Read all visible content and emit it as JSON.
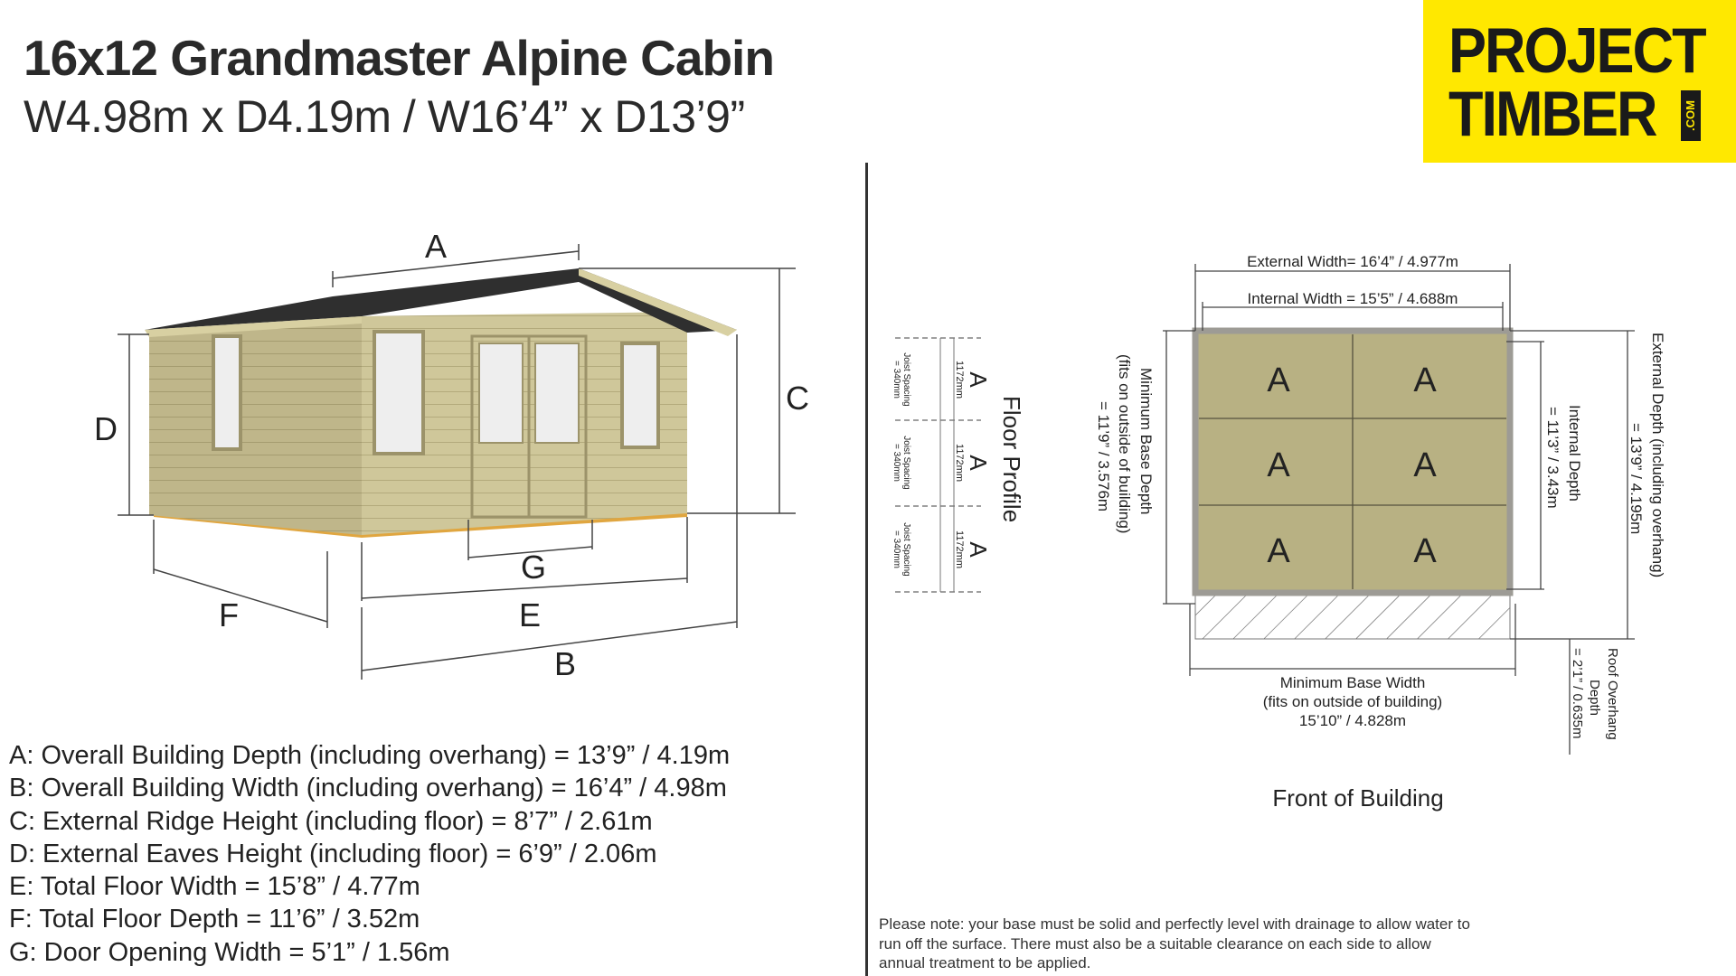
{
  "header": {
    "title": "16x12 Grandmaster Alpine Cabin",
    "subtitle": "W4.98m x D4.19m / W16’4” x D13’9”"
  },
  "logo": {
    "line1": "PROJECT",
    "line2": "TIMBER",
    "domain": ".COM"
  },
  "cabin_diagram": {
    "letters": {
      "a": "A",
      "b": "B",
      "c": "C",
      "d": "D",
      "e": "E",
      "f": "F",
      "g": "G"
    }
  },
  "floor_profile": {
    "title": "Floor Profile",
    "panel_letter": "A",
    "joist_spacing_label": "Joist Spacing\n= 340mm",
    "panel_width_label": "1172mm"
  },
  "floor_plan": {
    "external_width": "External Width= 16’4” / 4.977m",
    "internal_width": "Internal Width = 15’5” / 4.688m",
    "min_base_depth": "Minimum Base Depth",
    "min_base_depth_note": "(fits on outside of building)",
    "min_base_depth_value": "= 11’9” / 3.576m",
    "internal_depth": "Internal Depth",
    "internal_depth_value": "= 11’3” / 3.43m",
    "external_depth": "External Depth (including overhang)",
    "external_depth_value": "= 13’9” / 4.195m",
    "min_base_width": "Minimum Base Width",
    "min_base_width_note": "(fits on outside of building)",
    "min_base_width_value": "15’10” / 4.828m",
    "roof_overhang_1": "Roof Overhang",
    "roof_overhang_2": "Depth",
    "roof_overhang_value": "= 2’1” / 0.635m",
    "panel_letters": [
      "A",
      "A",
      "A",
      "A",
      "A",
      "A"
    ],
    "front_label": "Front of Building"
  },
  "legend": [
    "A: Overall Building Depth (including overhang) = 13’9” / 4.19m",
    "B: Overall Building Width (including overhang) = 16’4” / 4.98m",
    "C: External Ridge Height (including floor) = 8’7” / 2.61m",
    "D: External Eaves Height (including floor) = 6’9” / 2.06m",
    "E: Total Floor Width = 15’8” / 4.77m",
    "F: Total Floor Depth = 11’6” / 3.52m",
    "G: Door Opening Width = 5’1” / 1.56m"
  ],
  "note": "Please note: your base must be solid and perfectly level with drainage to allow water to run off the surface. There must also be a suitable  clearance on each side to allow annual treatment to be applied.",
  "colors": {
    "logo_bg": "#ffe800",
    "timber": "#cfc79a",
    "timber_dark": "#a89e6e",
    "roof": "#2f2f2f"
  }
}
